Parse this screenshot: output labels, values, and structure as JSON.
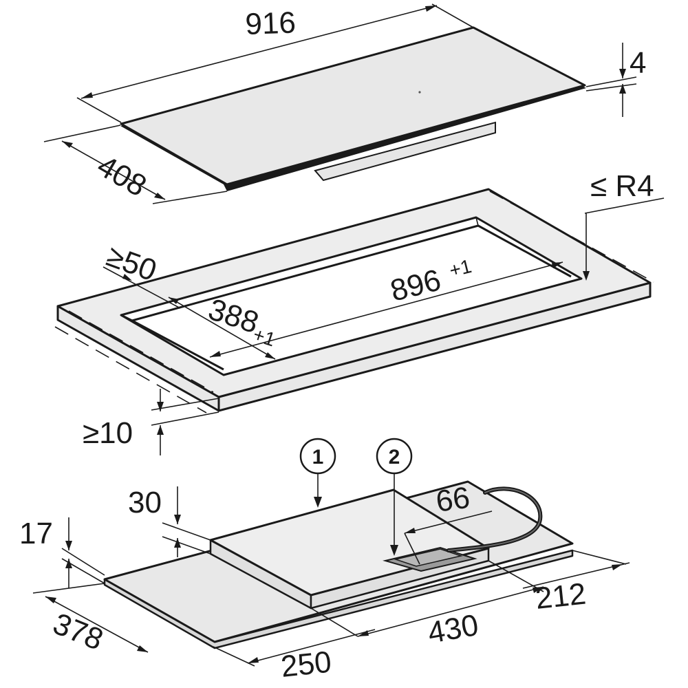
{
  "dimensions": {
    "hob_width": "916",
    "hob_depth": "408",
    "hob_glass_thickness": "4",
    "corner_radius": "≤ R4",
    "min_front_margin": "≥50",
    "cutout_depth": "388",
    "cutout_depth_tol": "+1",
    "cutout_width": "896",
    "cutout_width_tol": "+1",
    "min_worktop_thickness": "≥10",
    "base_height_30": "30",
    "base_height_17": "17",
    "base_depth_378": "378",
    "base_segment_250": "250",
    "base_segment_430": "430",
    "base_segment_212": "212",
    "cable_offset_66": "66"
  },
  "callouts": {
    "item1": "1",
    "item2": "2"
  },
  "colors": {
    "line": "#1a1a1a",
    "surface": "#e8e8e8",
    "surface_light": "#f0f0f0",
    "background": "#ffffff"
  }
}
